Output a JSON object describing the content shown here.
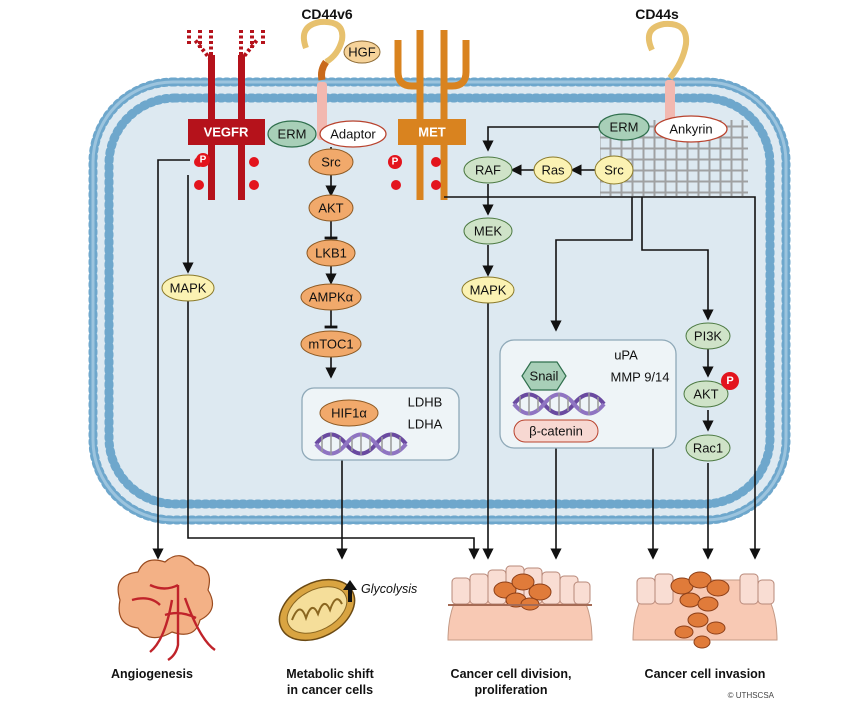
{
  "receptors": {
    "vegfr": "VEGFR",
    "met": "MET",
    "cd44v6": "CD44v6",
    "cd44s": "CD44s",
    "hgf": "HGF"
  },
  "nodes": {
    "erm_left": "ERM",
    "adaptor": "Adaptor",
    "src_left": "Src",
    "akt_left": "AKT",
    "lkb1": "LKB1",
    "ampk": "AMPKα",
    "mtoc1": "mTOC1",
    "hif1a": "HIF1α",
    "ldhb": "LDHB",
    "ldha": "LDHA",
    "mapk_left": "MAPK",
    "raf": "RAF",
    "ras": "Ras",
    "src_right": "Src",
    "erm_right": "ERM",
    "ankyrin": "Ankyrin",
    "mek": "MEK",
    "mapk_mid": "MAPK",
    "snail": "Snail",
    "upa": "uPA",
    "mmp": "MMP 9/14",
    "bcatenin": "β-catenin",
    "pi3k": "PI3K",
    "akt_right": "AKT",
    "rac1": "Rac1",
    "phospho": "P"
  },
  "outcomes": {
    "angiogenesis": "Angiogenesis",
    "metabolic_line1": "Metabolic shift",
    "metabolic_line2": "in cancer cells",
    "glycolysis": "Glycolysis",
    "division_line1": "Cancer cell division,",
    "division_line2": "proliferation",
    "invasion": "Cancer cell invasion"
  },
  "copyright": "© UTHSCSA",
  "colors": {
    "cytoplasm": "#dde9f1",
    "membrane": "#7aaed0",
    "vegfr": "#b5121b",
    "met": "#d9831f",
    "orange_node": "#f1a96b",
    "green_node": "#cfe3c8",
    "yellow_node": "#fbf2b3",
    "phospho": "#e3141d"
  }
}
